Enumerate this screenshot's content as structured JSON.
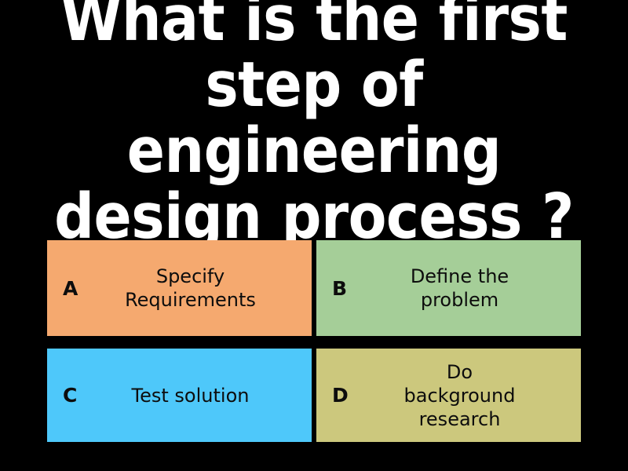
{
  "slide": {
    "background_color": "#000000",
    "text_color": "#ffffff"
  },
  "question": {
    "text": "What is the first step of engineering design process ?"
  },
  "answers": [
    {
      "letter": "A",
      "text": "Specify\nRequirements",
      "color": "#f5a96f",
      "text_color": "#0d0d0d"
    },
    {
      "letter": "B",
      "text": "Define the\nproblem",
      "color": "#a5ce98",
      "text_color": "#0d0d0d"
    },
    {
      "letter": "C",
      "text": "Test solution",
      "color": "#4ec8fa",
      "text_color": "#0d0d0d"
    },
    {
      "letter": "D",
      "text": "Do\nbackground\nresearch",
      "color": "#ccc87d",
      "text_color": "#0d0d0d"
    }
  ]
}
